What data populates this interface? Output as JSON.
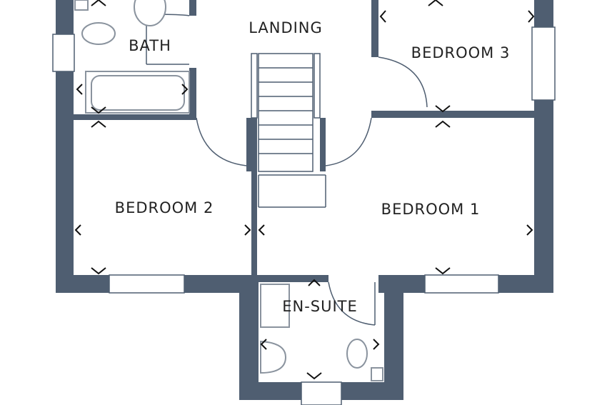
{
  "rooms": {
    "landing": "LANDING",
    "bath": "BATH",
    "bedroom3": "BEDROOM 3",
    "bedroom2": "BEDROOM 2",
    "bedroom1": "BEDROOM 1",
    "ensuite": "EN-SUITE"
  },
  "colors": {
    "wall": "#4f5e71",
    "text": "#222222"
  }
}
